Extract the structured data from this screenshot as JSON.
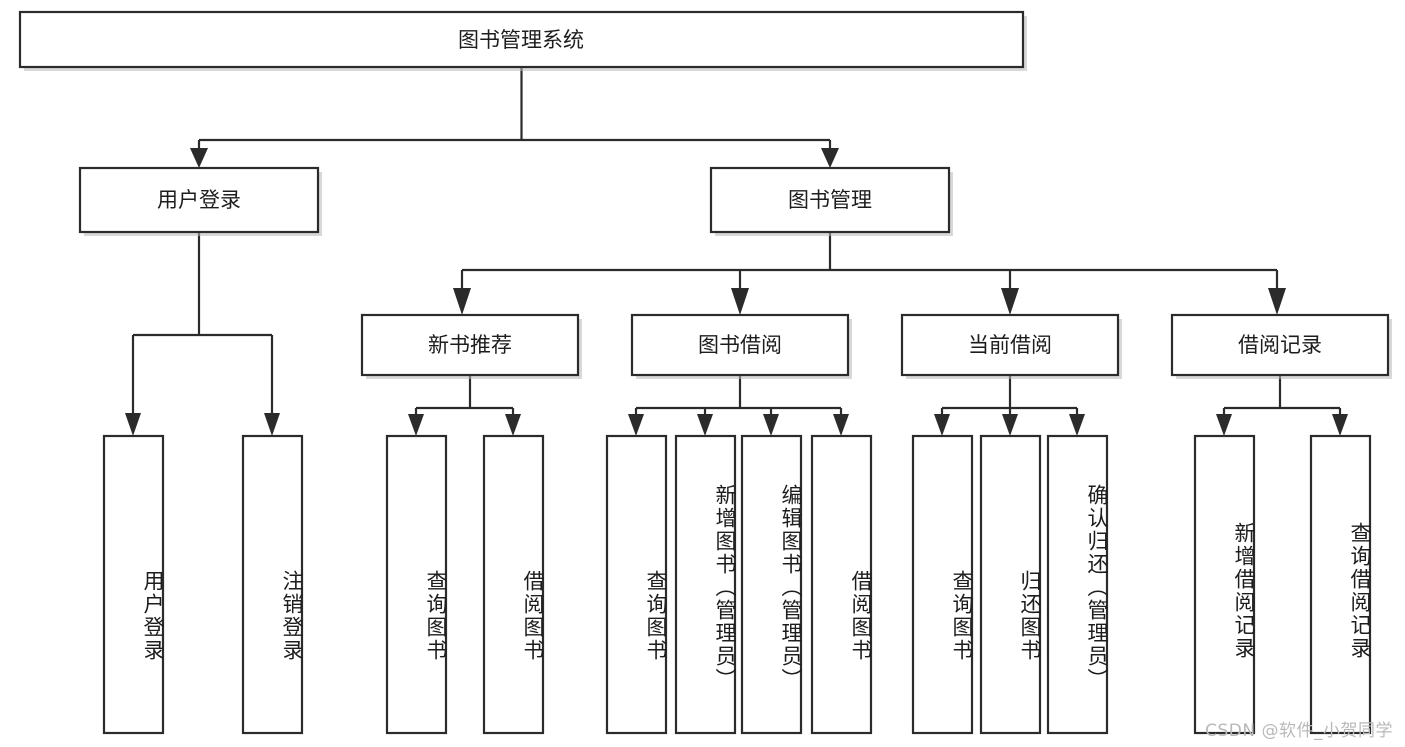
{
  "diagram": {
    "type": "tree",
    "title": "图书管理系统",
    "watermark": "CSDN @软件_小贺同学",
    "colors": {
      "box_stroke": "#2b2b2b",
      "box_fill": "#ffffff",
      "text": "#1d1d1d",
      "connector": "#2b2b2b",
      "watermark": "#b9b9b9",
      "background": "#ffffff"
    },
    "levels": {
      "root": {
        "label": "图书管理系统"
      },
      "level2": [
        {
          "label": "用户登录"
        },
        {
          "label": "图书管理"
        }
      ],
      "level3": [
        {
          "label": "新书推荐"
        },
        {
          "label": "图书借阅"
        },
        {
          "label": "当前借阅"
        },
        {
          "label": "借阅记录"
        }
      ],
      "leaves": {
        "user_login": [
          {
            "label": "用户登录"
          },
          {
            "label": "注销登录"
          }
        ],
        "new_book_recommend": [
          {
            "label": "查询图书"
          },
          {
            "label": "借阅图书"
          }
        ],
        "book_borrow": [
          {
            "label": "查询图书"
          },
          {
            "label": "新增图书（管理员）"
          },
          {
            "label": "编辑图书（管理员）"
          },
          {
            "label": "借阅图书"
          }
        ],
        "current_borrow": [
          {
            "label": "查询图书"
          },
          {
            "label": "归还图书"
          },
          {
            "label": "确认归还（管理员）"
          }
        ],
        "borrow_record": [
          {
            "label": "新增借阅记录"
          },
          {
            "label": "查询借阅记录"
          }
        ]
      }
    }
  }
}
